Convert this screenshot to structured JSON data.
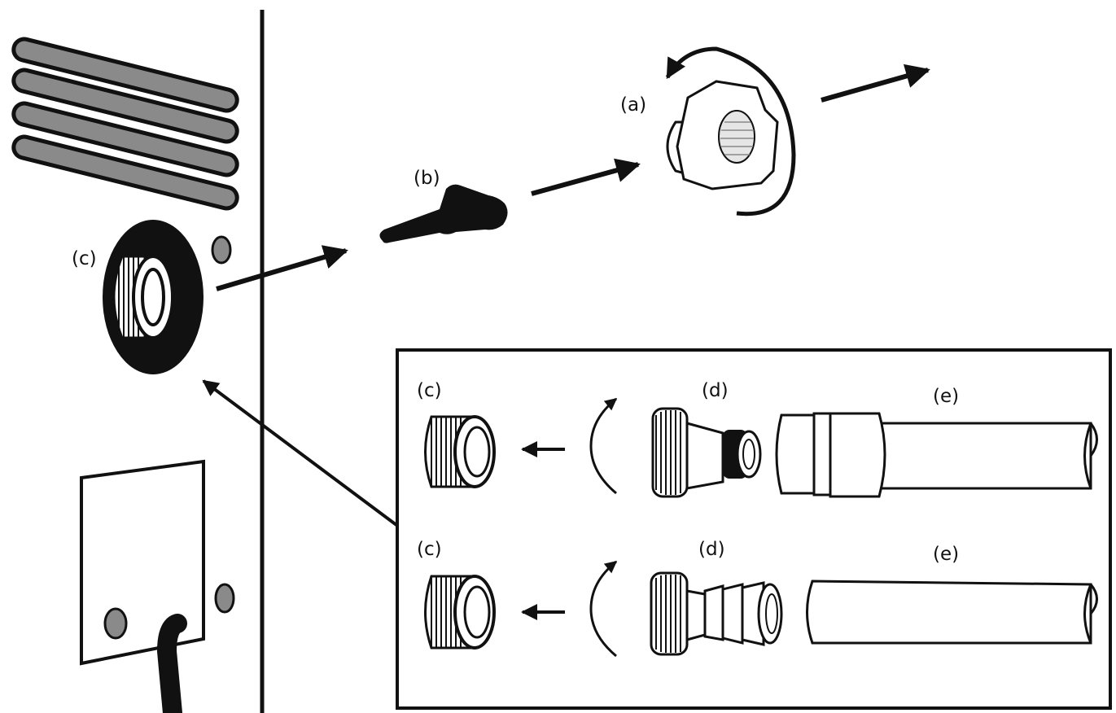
{
  "labels": {
    "a": "(a)",
    "b": "(b)",
    "c": "(c)",
    "d": "(d)",
    "e": "(e)"
  },
  "colors": {
    "line": "#111111",
    "fill_dark": "#111111",
    "fill_grey": "#8a8a8a",
    "fill_white": "#ffffff"
  }
}
